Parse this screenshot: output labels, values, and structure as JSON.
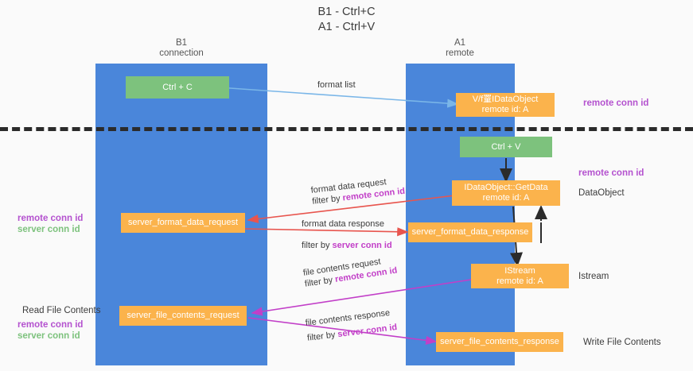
{
  "title": {
    "line1": "B1 - Ctrl+C",
    "line2": "A1 - Ctrl+V"
  },
  "columns": [
    {
      "name": "B1",
      "role": "connection"
    },
    {
      "name": "A1",
      "role": "remote"
    }
  ],
  "nodes": [
    {
      "id": "ctrl-c",
      "line1": "Ctrl + C",
      "line2": "",
      "color": "#7dc27d"
    },
    {
      "id": "idataobject",
      "line1": "V΀/f罿IDataObject",
      "line2": "remote id: A",
      "color": "#fbb34c"
    },
    {
      "id": "ctrl-v",
      "line1": "Ctrl + V",
      "line2": "",
      "color": "#7dc27d"
    },
    {
      "id": "getdata",
      "line1": "IDataObject::GetData",
      "line2": "remote id: A",
      "color": "#fbb34c"
    },
    {
      "id": "server-format-data-request",
      "line1": "server_format_data_request",
      "line2": "",
      "color": "#fbb34c"
    },
    {
      "id": "server-format-data-response",
      "line1": "server_format_data_response",
      "line2": "",
      "color": "#fbb34c"
    },
    {
      "id": "istream",
      "line1": "IStream",
      "line2": "remote id: A",
      "color": "#fbb34c"
    },
    {
      "id": "server-file-contents-request",
      "line1": "server_file_contents_request",
      "line2": "",
      "color": "#fbb34c"
    },
    {
      "id": "server-file-contents-response",
      "line1": "server_file_contents_response",
      "line2": "",
      "color": "#fbb34c"
    }
  ],
  "edges": [
    {
      "id": "format-list",
      "caption": "format list",
      "filter": "",
      "filter_key": ""
    },
    {
      "id": "format-data-request",
      "caption": "format data request",
      "filter": "filter by ",
      "filter_key": "remote conn id"
    },
    {
      "id": "format-data-response",
      "caption": "format data response",
      "filter": "filter by ",
      "filter_key": "server conn id"
    },
    {
      "id": "file-contents-request",
      "caption": "file contents request",
      "filter": "filter by ",
      "filter_key": "remote conn id"
    },
    {
      "id": "file-contents-response",
      "caption": "file contents response",
      "filter": "filter by ",
      "filter_key": "server conn id"
    }
  ],
  "annotations": {
    "right_remote_conn_id_top": "remote conn id",
    "right_remote_conn_id_mid": "remote conn id",
    "right_dataobject": "DataObject",
    "right_istream": "Istream",
    "right_write_file_contents": "Write File Contents",
    "left_remote_conn_id": "remote conn id",
    "left_server_conn_id": "server conn id",
    "left_read_file_contents": "Read File Contents",
    "left_remote_conn_id_2": "remote conn id",
    "left_server_conn_id_2": "server conn id"
  },
  "colors": {
    "lane": "#4a86da",
    "green": "#7dc27d",
    "orange": "#fbb34c",
    "purple": "#b452cf",
    "magenta": "#c23fc8",
    "red_arrow": "#e8554e",
    "blue_arrow": "#7ab6e8",
    "dark": "#2b2b2b",
    "background": "#fafafa"
  }
}
